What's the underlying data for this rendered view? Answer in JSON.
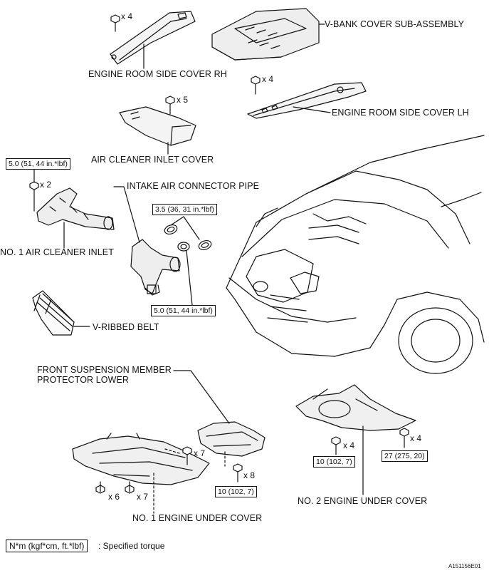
{
  "labels": {
    "v_bank_cover": "V-BANK COVER SUB-ASSEMBLY",
    "engine_room_side_cover_rh": "ENGINE ROOM SIDE COVER RH",
    "engine_room_side_cover_lh": "ENGINE ROOM SIDE COVER LH",
    "air_cleaner_inlet_cover": "AIR CLEANER INLET COVER",
    "intake_air_connector_pipe": "INTAKE AIR CONNECTOR PIPE",
    "no1_air_cleaner_inlet": "NO. 1 AIR CLEANER INLET",
    "v_ribbed_belt": "V-RIBBED BELT",
    "front_suspension_member_protector_lower": "FRONT SUSPENSION MEMBER\nPROTECTOR LOWER",
    "no1_engine_under_cover": "NO. 1 ENGINE UNDER COVER",
    "no2_engine_under_cover": "NO. 2 ENGINE UNDER COVER"
  },
  "quantities": {
    "rh_bolts": "x 4",
    "lh_bolts": "x 4",
    "inlet_cover_bolts": "x 5",
    "air_cleaner_inlet_bolts": "x 2",
    "under_cover_bolts_a": "x 7",
    "under_cover_bolts_b": "x 6",
    "under_cover_bolts_c": "x 7",
    "protector_bolts": "x 8",
    "no2_bolts_a": "x 4",
    "no2_bolts_b": "x 4"
  },
  "torques": {
    "air_cleaner_inlet": "5.0 (51, 44 in.*lbf)",
    "connector_pipe_clamps_upper": "3.5 (36, 31 in.*lbf)",
    "connector_pipe_clamps_lower": "5.0 (51, 44 in.*lbf)",
    "protector_lower": "10 (102, 7)",
    "no2_cover_a": "10 (102, 7)",
    "no2_cover_b": "27 (275, 20)"
  },
  "legend": {
    "unit_box": "N*m (kgf*cm, ft.*lbf)",
    "description": ": Specified torque"
  },
  "figure_code": "A151156E01"
}
